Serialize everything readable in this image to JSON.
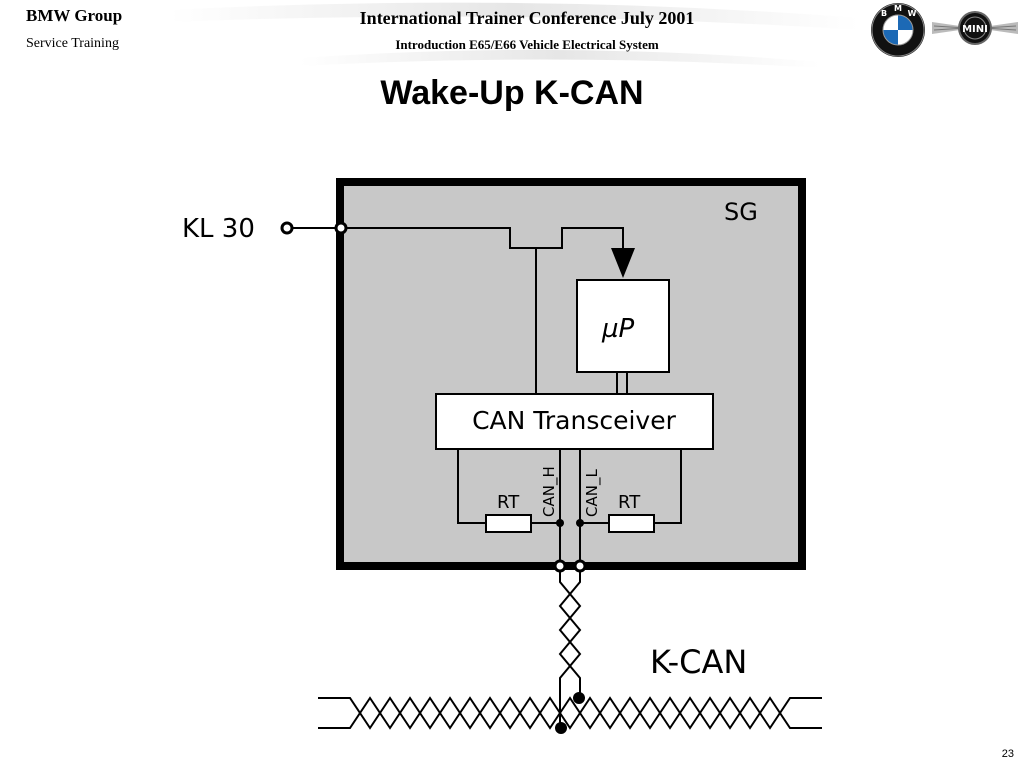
{
  "header": {
    "brand": "BMW Group",
    "subtitle": "Service Training",
    "conference": "International Trainer Conference July 2001",
    "topic": "Introduction E65/E66 Vehicle Electrical System"
  },
  "logos": {
    "bmw_letters": [
      "B",
      "M",
      "W"
    ],
    "mini_text": "MINI"
  },
  "slide": {
    "title": "Wake-Up K-CAN",
    "page_number": "23"
  },
  "diagram": {
    "terminal_label": "KL 30",
    "unit_label": "SG",
    "microprocessor_label": "µP",
    "transceiver_label": "CAN Transceiver",
    "can_h_label": "CAN_H",
    "can_l_label": "CAN_L",
    "resistor_left_label": "RT",
    "resistor_right_label": "RT",
    "bus_label": "K-CAN"
  },
  "colors": {
    "box_fill": "#c8c8c8",
    "line": "#000000",
    "background": "#ffffff"
  }
}
